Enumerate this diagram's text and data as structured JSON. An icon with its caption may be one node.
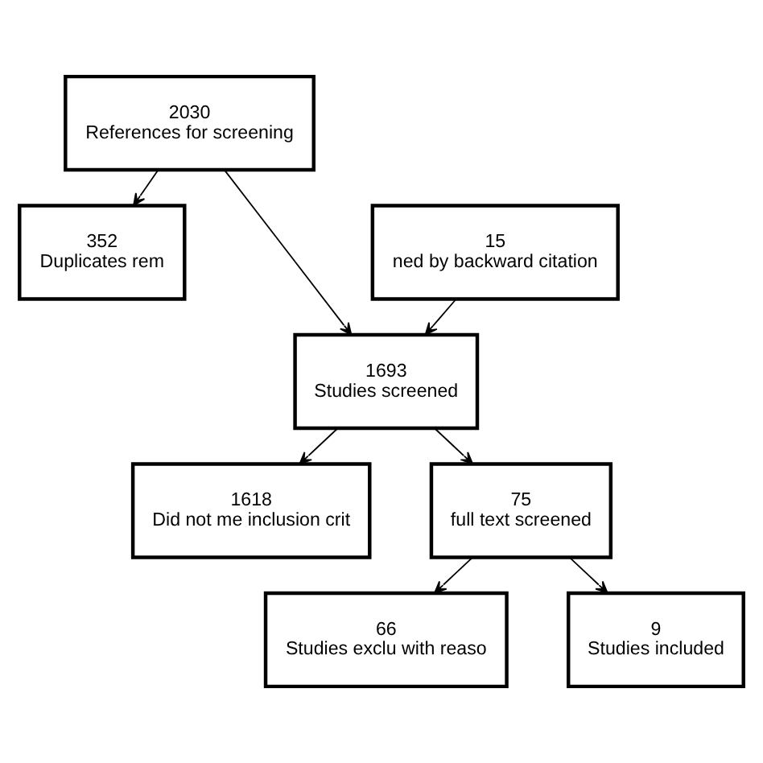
{
  "diagram": {
    "nodes": [
      {
        "text": [
          "2030",
          "References for screening"
        ]
      },
      {
        "text": [
          "15",
          "ned by backward citation"
        ]
      },
      {
        "text": [
          "352",
          "Duplicates rem"
        ]
      },
      {
        "text": [
          "1693",
          "Studies screened"
        ]
      },
      {
        "text": [
          "1618",
          "Did not me inclusion crit"
        ]
      },
      {
        "text": [
          "75",
          "full text screened"
        ]
      },
      {
        "text": [
          "66",
          "Studies exclu with reaso"
        ]
      },
      {
        "text": [
          "9",
          "Studies included"
        ]
      }
    ],
    "edges": [
      {
        "from": 0,
        "to": 3,
        "arrow": "to"
      },
      {
        "from": 1,
        "to": 3,
        "arrow": "to"
      },
      {
        "from": 0,
        "to": 2,
        "arrow": "to"
      },
      {
        "from": 3,
        "to": 5,
        "arrow": "to"
      },
      {
        "from": 3,
        "to": 4,
        "arrow": "to"
      },
      {
        "from": 5,
        "to": 7,
        "arrow": "to"
      },
      {
        "from": 5,
        "to": 6,
        "arrow": "to"
      }
    ]
  }
}
